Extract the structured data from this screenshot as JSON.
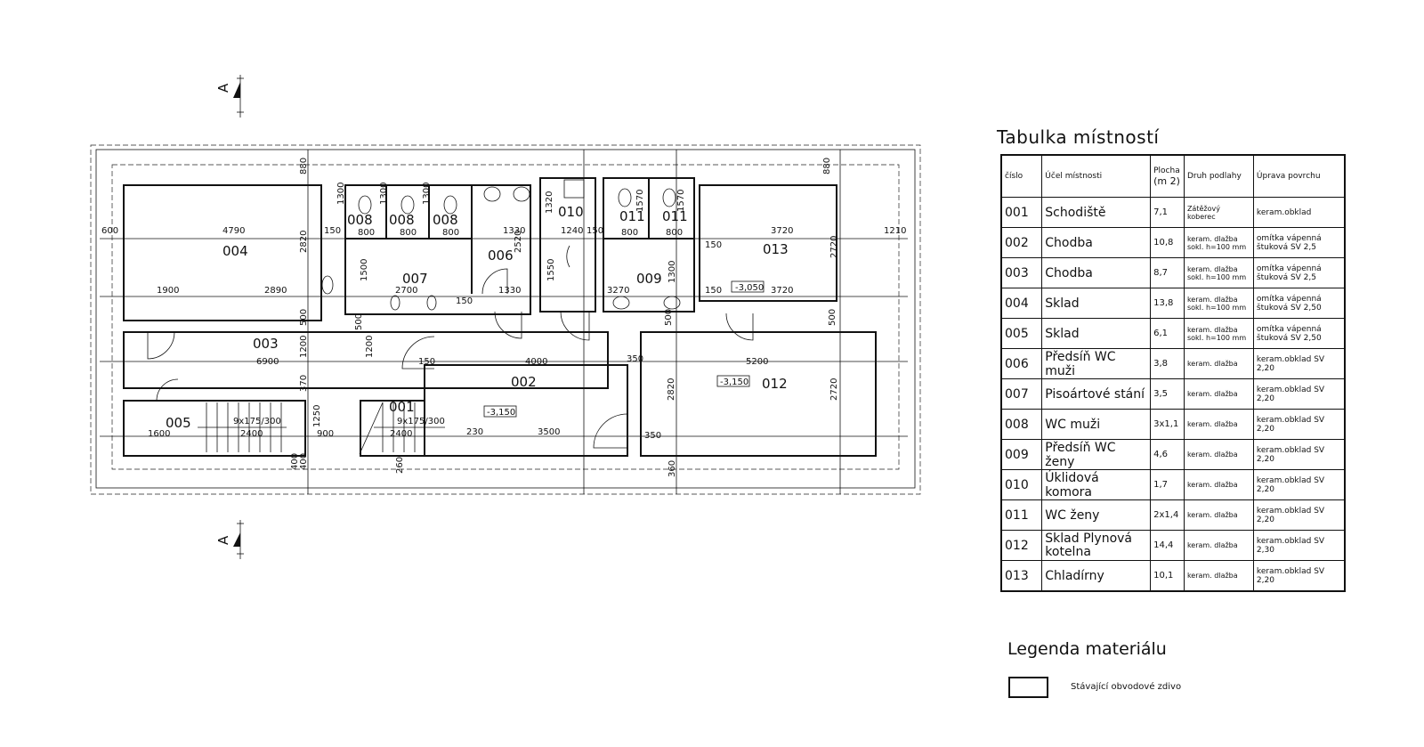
{
  "plan": {
    "section_mark": "A",
    "rooms": [
      {
        "id": "004",
        "label": "004"
      },
      {
        "id": "008a",
        "label": "008"
      },
      {
        "id": "008b",
        "label": "008"
      },
      {
        "id": "008c",
        "label": "008"
      },
      {
        "id": "007",
        "label": "007"
      },
      {
        "id": "006",
        "label": "006"
      },
      {
        "id": "010",
        "label": "010"
      },
      {
        "id": "011a",
        "label": "011"
      },
      {
        "id": "011b",
        "label": "011"
      },
      {
        "id": "009",
        "label": "009"
      },
      {
        "id": "013",
        "label": "013"
      },
      {
        "id": "003",
        "label": "003"
      },
      {
        "id": "002",
        "label": "002"
      },
      {
        "id": "012",
        "label": "012"
      },
      {
        "id": "005",
        "label": "005"
      },
      {
        "id": "001",
        "label": "001"
      }
    ],
    "dims_h": [
      "600",
      "4790",
      "150",
      "800",
      "800",
      "800",
      "1330",
      "1240",
      "150",
      "800",
      "800",
      "150",
      "3720",
      "1210",
      "1900",
      "2890",
      "2700",
      "150",
      "1330",
      "3270",
      "150",
      "3720",
      "6900",
      "150",
      "4000",
      "350",
      "5200",
      "1600",
      "2400",
      "900",
      "2400",
      "230",
      "3500",
      "350"
    ],
    "dims_v": [
      "880",
      "2820",
      "1300",
      "1500",
      "1300",
      "1300",
      "1320",
      "1570",
      "2520",
      "1550",
      "1300",
      "1570",
      "880",
      "2720",
      "500",
      "1200",
      "1200",
      "500",
      "370",
      "1250",
      "2820",
      "2720",
      "400",
      "400",
      "500",
      "500",
      "360",
      "260"
    ],
    "stairs": [
      "9x175/300",
      "9x175/300"
    ],
    "elevations": [
      "-3,050",
      "-3,150",
      "-3,150"
    ]
  },
  "rooms_table": {
    "title": "Tabulka místností",
    "headers": {
      "num": "číslo",
      "name": "Účel místnosti",
      "area": "Plocha",
      "area_unit": "(m 2)",
      "floor": "Druh podlahy",
      "surface": "Úprava povrchu"
    },
    "rows": [
      {
        "num": "001",
        "name": "Schodiště",
        "area": "7,1",
        "floor": "Zátěžový koberec",
        "surface": "keram.obklad"
      },
      {
        "num": "002",
        "name": "Chodba",
        "area": "10,8",
        "floor": "keram. dlažba sokl. h=100 mm",
        "surface": "omítka vápenná štuková SV 2,5"
      },
      {
        "num": "003",
        "name": "Chodba",
        "area": "8,7",
        "floor": "keram. dlažba sokl. h=100 mm",
        "surface": "omítka vápenná štuková SV 2,5"
      },
      {
        "num": "004",
        "name": "Sklad",
        "area": "13,8",
        "floor": "keram. dlažba sokl. h=100 mm",
        "surface": "omítka vápenná štuková SV 2,50"
      },
      {
        "num": "005",
        "name": "Sklad",
        "area": "6,1",
        "floor": "keram. dlažba sokl. h=100 mm",
        "surface": "omítka vápenná štuková SV 2,50"
      },
      {
        "num": "006",
        "name": "Předsíň WC muži",
        "area": "3,8",
        "floor": "keram. dlažba",
        "surface": "keram.obklad SV 2,20"
      },
      {
        "num": "007",
        "name": "Pisoártové stání",
        "area": "3,5",
        "floor": "keram. dlažba",
        "surface": "keram.obklad SV 2,20"
      },
      {
        "num": "008",
        "name": "WC muži",
        "area": "3x1,1",
        "floor": "keram. dlažba",
        "surface": "keram.obklad SV 2,20"
      },
      {
        "num": "009",
        "name": "Předsíň WC ženy",
        "area": "4,6",
        "floor": "keram. dlažba",
        "surface": "keram.obklad SV 2,20"
      },
      {
        "num": "010",
        "name": "Úklidová komora",
        "area": "1,7",
        "floor": "keram. dlažba",
        "surface": "keram.obklad SV 2,20"
      },
      {
        "num": "011",
        "name": "WC ženy",
        "area": "2x1,4",
        "floor": "keram. dlažba",
        "surface": "keram.obklad SV 2,20"
      },
      {
        "num": "012",
        "name": "Sklad Plynová kotelna",
        "area": "14,4",
        "floor": "keram. dlažba",
        "surface": "keram.obklad SV 2,30"
      },
      {
        "num": "013",
        "name": "Chladírny",
        "area": "10,1",
        "floor": "keram. dlažba",
        "surface": "keram.obklad SV 2,20"
      }
    ]
  },
  "legend": {
    "title": "Legenda materiálu",
    "items": [
      {
        "label": "Stávající obvodové zdivo"
      }
    ]
  }
}
